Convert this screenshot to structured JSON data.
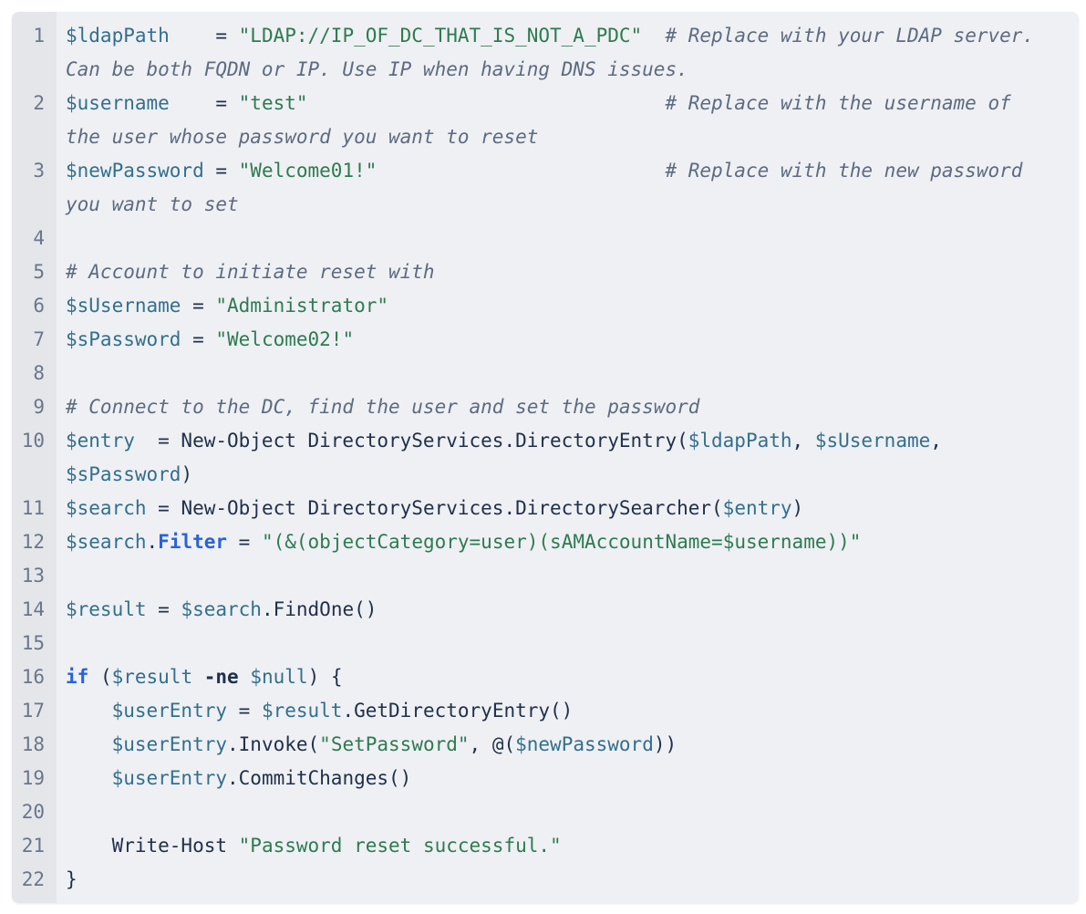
{
  "code_block": {
    "language": "powershell",
    "colors": {
      "code_background": "#eef0f3",
      "gutter_background": "#e4e6ea",
      "line_number": "#6b7689",
      "plain": "#21304a",
      "variable": "#336f8d",
      "string": "#2f7a52",
      "comment": "#5d6b80",
      "keyword": "#2a62d9",
      "operator": "#21304a"
    },
    "rows": [
      {
        "n": "1",
        "segments": [
          {
            "t": "var",
            "x": "$ldapPath"
          },
          {
            "t": "plain",
            "x": "    = "
          },
          {
            "t": "str",
            "x": "\"LDAP://IP_OF_DC_THAT_IS_NOT_A_PDC\""
          },
          {
            "t": "plain",
            "x": "  "
          },
          {
            "t": "com",
            "x": "# Replace with your LDAP server."
          }
        ]
      },
      {
        "n": null,
        "segments": [
          {
            "t": "com",
            "x": "Can be both FQDN or IP. Use IP when having DNS issues."
          }
        ]
      },
      {
        "n": "2",
        "segments": [
          {
            "t": "var",
            "x": "$username"
          },
          {
            "t": "plain",
            "x": "    = "
          },
          {
            "t": "str",
            "x": "\"test\""
          },
          {
            "t": "plain",
            "x": "                               "
          },
          {
            "t": "com",
            "x": "# Replace with the username of"
          }
        ]
      },
      {
        "n": null,
        "segments": [
          {
            "t": "com",
            "x": "the user whose password you want to reset"
          }
        ]
      },
      {
        "n": "3",
        "segments": [
          {
            "t": "var",
            "x": "$newPassword"
          },
          {
            "t": "plain",
            "x": " = "
          },
          {
            "t": "str",
            "x": "\"Welcome01!\""
          },
          {
            "t": "plain",
            "x": "                         "
          },
          {
            "t": "com",
            "x": "# Replace with the new password"
          }
        ]
      },
      {
        "n": null,
        "segments": [
          {
            "t": "com",
            "x": "you want to set"
          }
        ]
      },
      {
        "n": "4",
        "segments": []
      },
      {
        "n": "5",
        "segments": [
          {
            "t": "com",
            "x": "# Account to initiate reset with"
          }
        ]
      },
      {
        "n": "6",
        "segments": [
          {
            "t": "var",
            "x": "$sUsername"
          },
          {
            "t": "plain",
            "x": " = "
          },
          {
            "t": "str",
            "x": "\"Administrator\""
          }
        ]
      },
      {
        "n": "7",
        "segments": [
          {
            "t": "var",
            "x": "$sPassword"
          },
          {
            "t": "plain",
            "x": " = "
          },
          {
            "t": "str",
            "x": "\"Welcome02!\""
          }
        ]
      },
      {
        "n": "8",
        "segments": []
      },
      {
        "n": "9",
        "segments": [
          {
            "t": "com",
            "x": "# Connect to the DC, find the user and set the password"
          }
        ]
      },
      {
        "n": "10",
        "segments": [
          {
            "t": "var",
            "x": "$entry"
          },
          {
            "t": "plain",
            "x": "  = New-Object DirectoryServices.DirectoryEntry("
          },
          {
            "t": "var",
            "x": "$ldapPath"
          },
          {
            "t": "plain",
            "x": ", "
          },
          {
            "t": "var",
            "x": "$sUsername"
          },
          {
            "t": "plain",
            "x": ","
          }
        ]
      },
      {
        "n": null,
        "segments": [
          {
            "t": "var",
            "x": "$sPassword"
          },
          {
            "t": "plain",
            "x": ")"
          }
        ]
      },
      {
        "n": "11",
        "segments": [
          {
            "t": "var",
            "x": "$search"
          },
          {
            "t": "plain",
            "x": " = New-Object DirectoryServices.DirectorySearcher("
          },
          {
            "t": "var",
            "x": "$entry"
          },
          {
            "t": "plain",
            "x": ")"
          }
        ]
      },
      {
        "n": "12",
        "segments": [
          {
            "t": "var",
            "x": "$search"
          },
          {
            "t": "plain",
            "x": "."
          },
          {
            "t": "kw",
            "x": "Filter"
          },
          {
            "t": "plain",
            "x": " = "
          },
          {
            "t": "str",
            "x": "\"(&(objectCategory=user)(sAMAccountName=$username))\""
          }
        ]
      },
      {
        "n": "13",
        "segments": []
      },
      {
        "n": "14",
        "segments": [
          {
            "t": "var",
            "x": "$result"
          },
          {
            "t": "plain",
            "x": " = "
          },
          {
            "t": "var",
            "x": "$search"
          },
          {
            "t": "plain",
            "x": ".FindOne()"
          }
        ]
      },
      {
        "n": "15",
        "segments": []
      },
      {
        "n": "16",
        "segments": [
          {
            "t": "kw",
            "x": "if"
          },
          {
            "t": "plain",
            "x": " ("
          },
          {
            "t": "var",
            "x": "$result"
          },
          {
            "t": "plain",
            "x": " "
          },
          {
            "t": "op",
            "x": "-ne"
          },
          {
            "t": "plain",
            "x": " "
          },
          {
            "t": "var",
            "x": "$null"
          },
          {
            "t": "plain",
            "x": ") {"
          }
        ]
      },
      {
        "n": "17",
        "segments": [
          {
            "t": "plain",
            "x": "    "
          },
          {
            "t": "var",
            "x": "$userEntry"
          },
          {
            "t": "plain",
            "x": " = "
          },
          {
            "t": "var",
            "x": "$result"
          },
          {
            "t": "plain",
            "x": ".GetDirectoryEntry()"
          }
        ]
      },
      {
        "n": "18",
        "segments": [
          {
            "t": "plain",
            "x": "    "
          },
          {
            "t": "var",
            "x": "$userEntry"
          },
          {
            "t": "plain",
            "x": ".Invoke("
          },
          {
            "t": "str",
            "x": "\"SetPassword\""
          },
          {
            "t": "plain",
            "x": ", @("
          },
          {
            "t": "var",
            "x": "$newPassword"
          },
          {
            "t": "plain",
            "x": "))"
          }
        ]
      },
      {
        "n": "19",
        "segments": [
          {
            "t": "plain",
            "x": "    "
          },
          {
            "t": "var",
            "x": "$userEntry"
          },
          {
            "t": "plain",
            "x": ".CommitChanges()"
          }
        ]
      },
      {
        "n": "20",
        "segments": []
      },
      {
        "n": "21",
        "segments": [
          {
            "t": "plain",
            "x": "    Write-Host "
          },
          {
            "t": "str",
            "x": "\"Password reset successful.\""
          }
        ]
      },
      {
        "n": "22",
        "segments": [
          {
            "t": "plain",
            "x": "}"
          }
        ]
      }
    ]
  }
}
